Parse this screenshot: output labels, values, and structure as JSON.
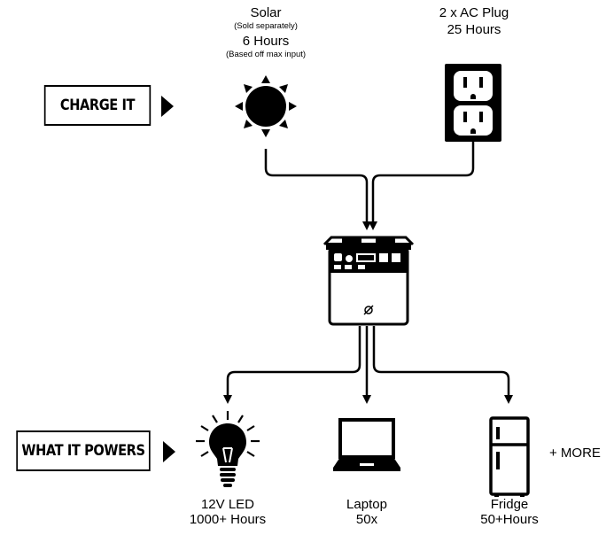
{
  "charge": {
    "tag_label": "CHARGE IT",
    "solar": {
      "title": "Solar",
      "note": "(Sold separately)",
      "hours": "6 Hours",
      "sub": "(Based off max input)"
    },
    "ac": {
      "title": "2 x AC Plug",
      "hours": "25 Hours"
    }
  },
  "powers": {
    "tag_label": "WHAT IT POWERS",
    "more": "+ MORE",
    "devices": [
      {
        "name": "12V LED",
        "value": "1000+ Hours"
      },
      {
        "name": "Laptop",
        "value": "50x"
      },
      {
        "name": "Fridge",
        "value": "50+Hours"
      }
    ]
  },
  "icons": {
    "sun": "sun-icon",
    "outlet": "ac-outlet-icon",
    "station": "power-station-icon",
    "bulb": "light-bulb-icon",
    "laptop": "laptop-icon",
    "fridge": "fridge-icon"
  }
}
